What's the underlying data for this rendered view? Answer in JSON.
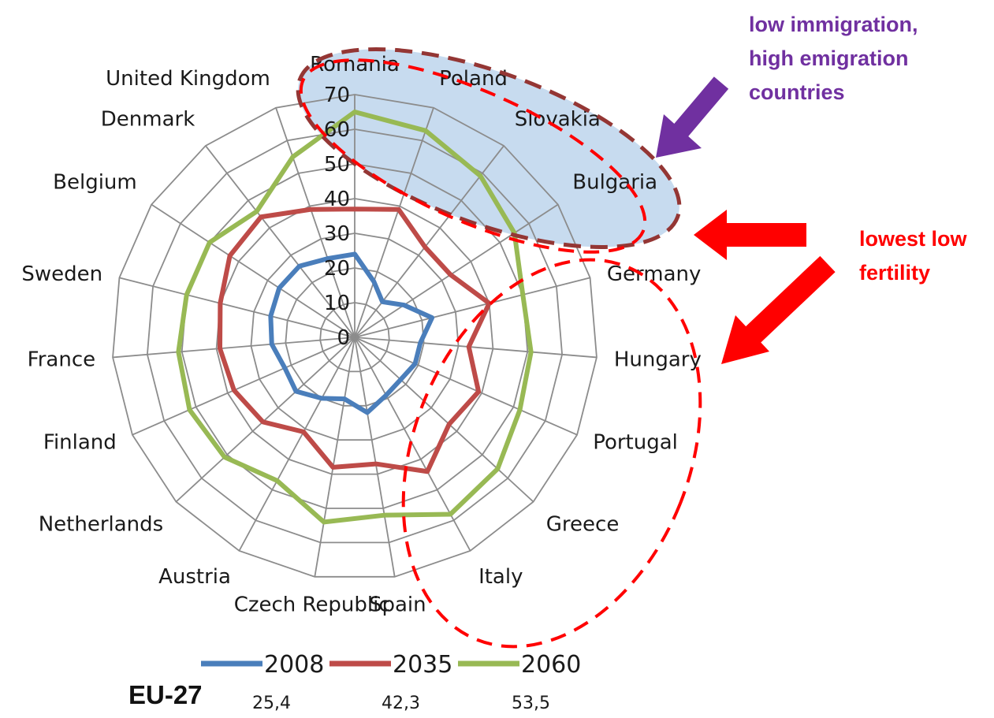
{
  "chart_data": {
    "type": "radar",
    "title": "",
    "categories": [
      "Romania",
      "Poland",
      "Slovakia",
      "Bulgaria",
      "Germany",
      "Hungary",
      "Portugal",
      "Greece",
      "Italy",
      "Spain",
      "Czech Republic",
      "Austria",
      "Netherlands",
      "Finland",
      "France",
      "Sweden",
      "Belgium",
      "Denmark",
      "United Kingdom"
    ],
    "tick_labels": [
      "0",
      "10",
      "20",
      "30",
      "40",
      "50",
      "60",
      "70"
    ],
    "rmax": 70,
    "grid": true,
    "series": [
      {
        "name": "2008",
        "color": "#4a7ebb",
        "values": [
          24,
          17,
          13,
          17,
          23,
          19,
          19,
          18,
          19,
          22,
          18,
          20,
          23,
          22,
          24,
          25,
          26,
          26,
          24
        ]
      },
      {
        "name": "2035",
        "color": "#be4b48",
        "values": [
          37,
          39,
          33,
          33,
          40,
          33,
          39,
          37,
          44,
          37,
          38,
          31,
          36,
          38,
          39,
          40,
          43,
          44,
          39
        ]
      },
      {
        "name": "2060",
        "color": "#98b954",
        "values": [
          65,
          63,
          59,
          55,
          50,
          51,
          52,
          56,
          58,
          52,
          54,
          47,
          51,
          52,
          51,
          50,
          50,
          46,
          55
        ]
      }
    ],
    "legend_position": "bottom",
    "annotations": [
      {
        "text_lines": [
          "low immigration,",
          "high emigration",
          "countries"
        ],
        "color": "#7030a0"
      },
      {
        "text_lines": [
          "lowest low",
          "fertility"
        ],
        "color": "#ff0000"
      }
    ],
    "eu27": {
      "label": "EU-27",
      "values": [
        "25,4",
        "42,3",
        "53,5"
      ]
    }
  }
}
